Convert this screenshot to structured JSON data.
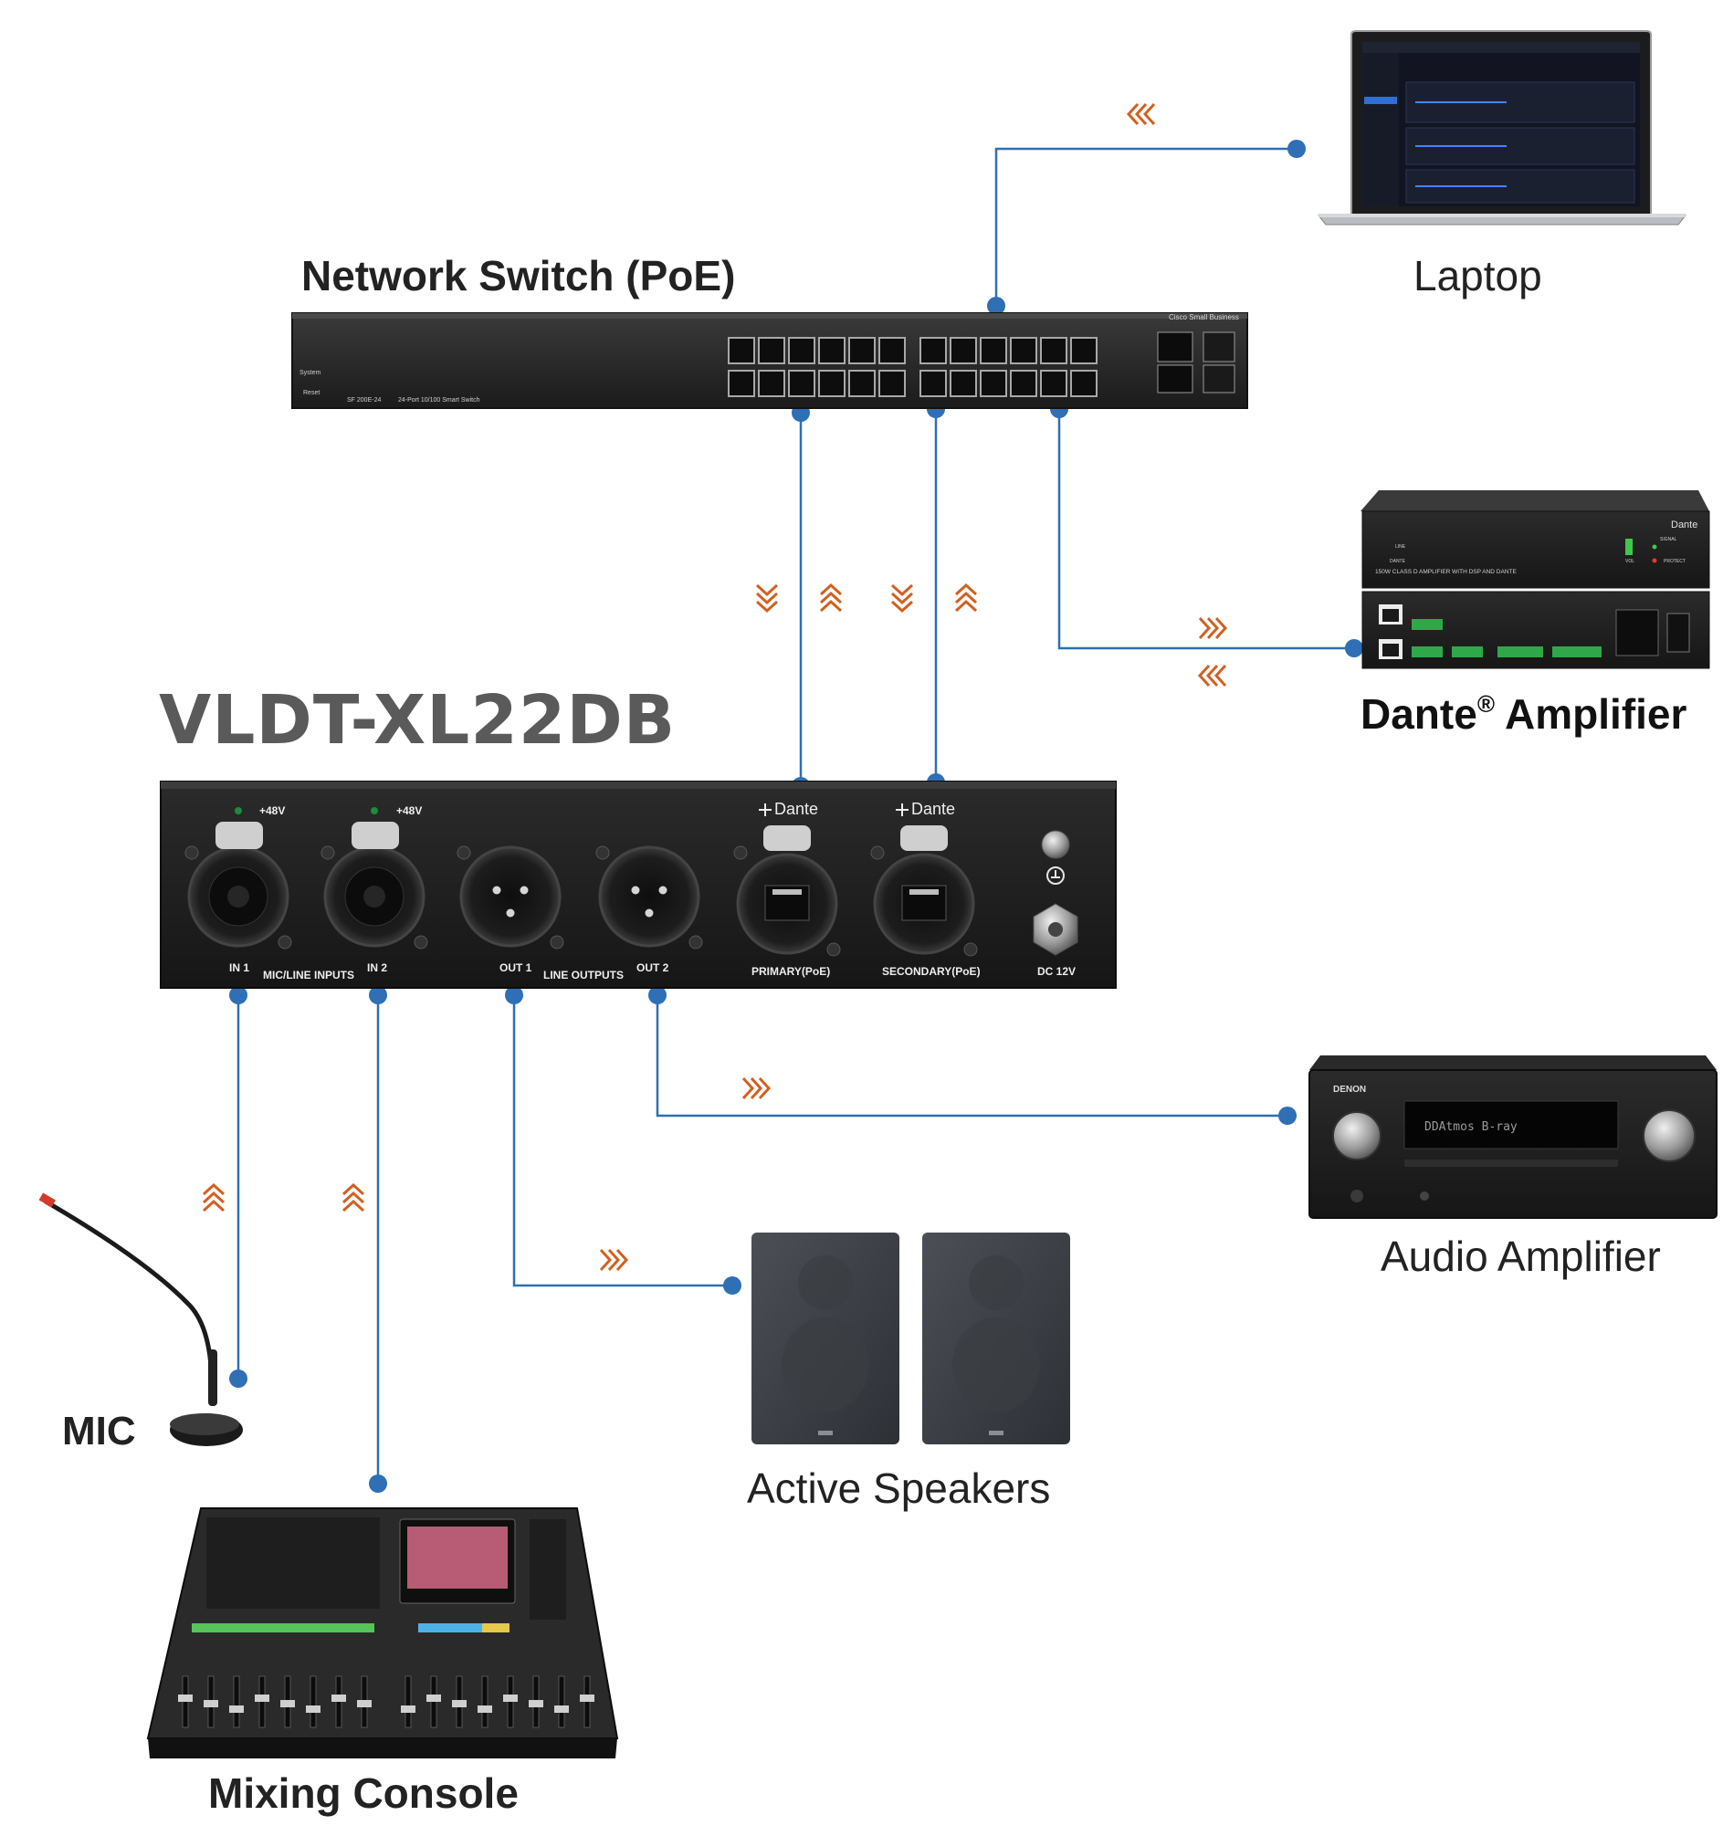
{
  "labels": {
    "network_switch": "Network Switch (PoE)",
    "laptop": "Laptop",
    "dante_amplifier": "Dante",
    "dante_amplifier_reg": "®",
    "dante_amplifier_suffix": " Amplifier",
    "device_model": "VLDT-XL22DB",
    "audio_amplifier": "Audio Amplifier",
    "mic": "MIC",
    "active_speakers": "Active Speakers",
    "mixing_console": "Mixing Console"
  },
  "switch_text": {
    "brand": "Cisco Small Business",
    "model": "SF 200E-24",
    "description": "24-Port 10/100 Smart Switch",
    "system": "System",
    "reset": "Reset"
  },
  "device_panel": {
    "phantom_1": "+48V",
    "phantom_2": "+48V",
    "in1": "IN 1",
    "mic_line_inputs": "MIC/LINE INPUTS",
    "in2": "IN 2",
    "out1": "OUT 1",
    "line_outputs": "LINE OUTPUTS",
    "out2": "OUT 2",
    "dante_logo_1": "Dante",
    "dante_logo_2": "Dante",
    "primary": "PRIMARY(PoE)",
    "secondary": "SECONDARY(PoE)",
    "dc": "DC 12V"
  },
  "dante_amp_panel": {
    "logo": "Dante",
    "front_caption": "150W CLASS D AMPLIFIER WITH DSP AND DANTE",
    "line": "LINE",
    "dante": "DANTE",
    "signal": "SIGNAL",
    "protect": "PROTECT",
    "vol": "VOL"
  },
  "receiver_panel": {
    "brand": "DENON",
    "display": "DDAtmos    B-ray"
  },
  "colors": {
    "connector_line": "#2e6fb5",
    "arrow": "#d2601f",
    "label_dark": "#222222",
    "model_gray": "#5a5a5a"
  },
  "icons": [
    "dante-icon",
    "ground-icon",
    "arrow-chevron-icon"
  ]
}
